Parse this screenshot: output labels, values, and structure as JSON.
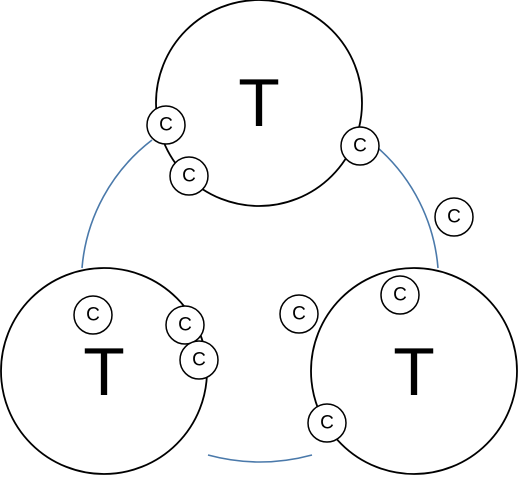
{
  "nodes": [
    {
      "id": "top",
      "label": "T"
    },
    {
      "id": "bottom-left",
      "label": "T"
    },
    {
      "id": "bottom-right",
      "label": "T"
    }
  ],
  "markers": [
    {
      "label": "C"
    },
    {
      "label": "C"
    },
    {
      "label": "C"
    },
    {
      "label": "C"
    },
    {
      "label": "C"
    },
    {
      "label": "C"
    },
    {
      "label": "C"
    },
    {
      "label": "C"
    },
    {
      "label": "C"
    },
    {
      "label": "C"
    }
  ],
  "colors": {
    "arc": "#4a79aa",
    "stroke": "#000000",
    "fill": "#ffffff"
  }
}
